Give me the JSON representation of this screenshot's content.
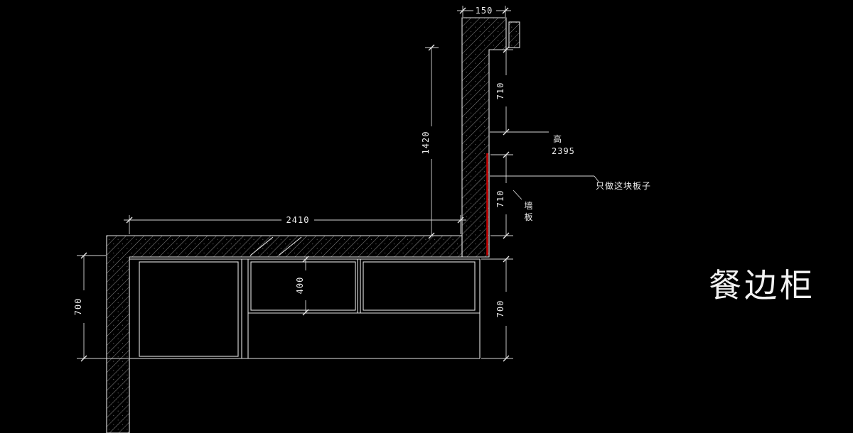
{
  "drawing_title": "餐边柜",
  "colors": {
    "background": "#000000",
    "line": "#e3e3e3",
    "hatch": "#9c9c9c",
    "highlight": "#c40000",
    "text": "#ededed"
  },
  "dims": {
    "beam_width": "150",
    "upper_panel_height": "710",
    "wall_height_above_counter": "1420",
    "panel_height": "710",
    "counter_length": "2410",
    "upper_cabinet_inner_height": "400",
    "cabinet_height_left": "700",
    "cabinet_height_right": "700"
  },
  "labels": {
    "height_prefix": "高",
    "overall_height": "2395",
    "board_note": "只做这块板子",
    "wall_panel_char1": "墙",
    "wall_panel_char2": "板"
  }
}
